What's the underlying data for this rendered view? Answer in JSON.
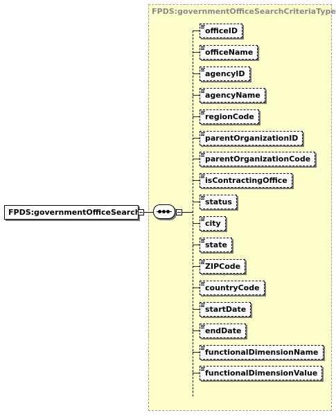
{
  "diagram": {
    "type_name": "FPDS:governmentOfficeSearchCriteriaType",
    "root_element": "FPDS:governmentOfficeSearchCr...",
    "compositor_icon": "sequence-icon",
    "element_icon": "element-list-icon",
    "children": [
      "officeID",
      "officeName",
      "agencyID",
      "agencyName",
      "regionCode",
      "parentOrganizationID",
      "parentOrganizationCode",
      "isContractingOffice",
      "status",
      "city",
      "state",
      "ZIPCode",
      "countryCode",
      "startDate",
      "endDate",
      "functionalDimensionName",
      "functionalDimensionValue"
    ]
  }
}
